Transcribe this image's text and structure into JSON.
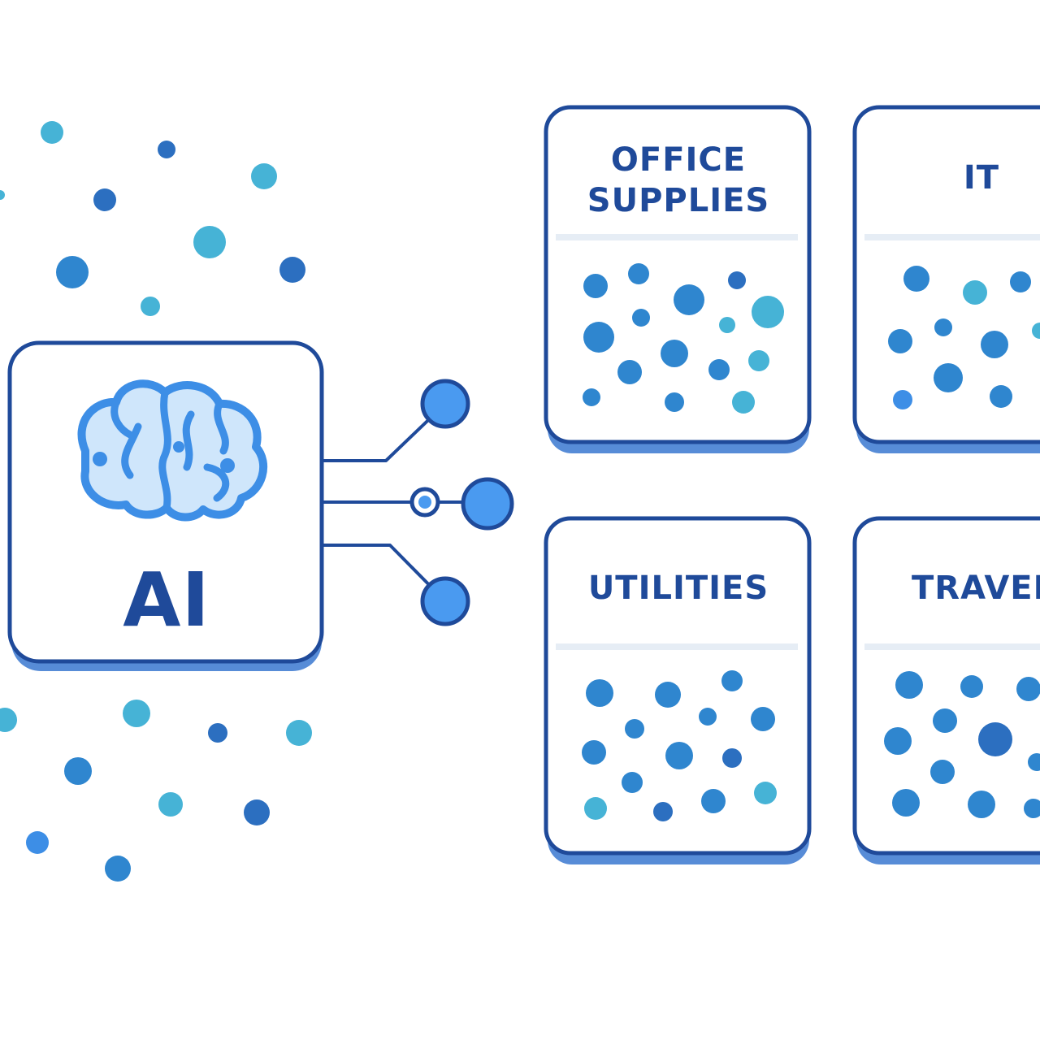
{
  "ai_box": {
    "label": "AI",
    "icon": "brain-icon"
  },
  "categories": [
    {
      "label_lines": [
        "OFFICE",
        "SUPPLIES"
      ]
    },
    {
      "label_lines": [
        "IT"
      ]
    },
    {
      "label_lines": [
        "UTILITIES"
      ]
    },
    {
      "label_lines": [
        "TRAVEL"
      ]
    }
  ],
  "colors": {
    "outline": "#1f4a9a",
    "accent": "#3d8ee6",
    "brain_fill": "#cfe6fb",
    "dot_teal": "#46b3d6",
    "dot_blue": "#2f86cf",
    "dot_dark": "#2c6fc0",
    "shadow": "#3a78d0",
    "divider": "#e6edf5"
  }
}
